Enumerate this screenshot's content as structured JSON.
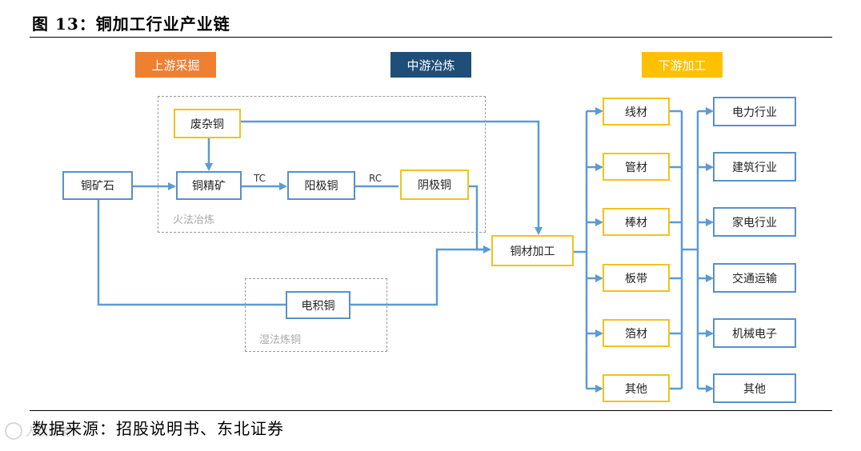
{
  "title": "图 13：铜加工行业产业链",
  "source": "数据来源：招股说明书、东北证券",
  "watermark": "人数跨境",
  "stage_headers": {
    "upstream": "上游采掘",
    "midstream": "中游冶炼",
    "downstream": "下游加工"
  },
  "colors": {
    "upstream": "#ef7f31",
    "midstream": "#1f4e79",
    "downstream": "#ffc000",
    "box_border_blue": "#5a8fcb",
    "box_border_yellow": "#f3c21c",
    "arrow": "#5b9bd5"
  },
  "nodes": {
    "ore": "铜矿石",
    "scrap": "废杂铜",
    "concentrate": "铜精矿",
    "anode": "阳极铜",
    "cathode": "阴极铜",
    "electrowon": "电积铜",
    "processing": "铜材加工"
  },
  "edge_labels": {
    "tc": "TC",
    "rc": "RC"
  },
  "process_groups": {
    "pyro": "火法冶炼",
    "hydro": "湿法炼铜"
  },
  "products": [
    "线材",
    "管材",
    "棒材",
    "板带",
    "箔材",
    "其他"
  ],
  "industries": [
    "电力行业",
    "建筑行业",
    "家电行业",
    "交通运输",
    "机械电子",
    "其他"
  ]
}
